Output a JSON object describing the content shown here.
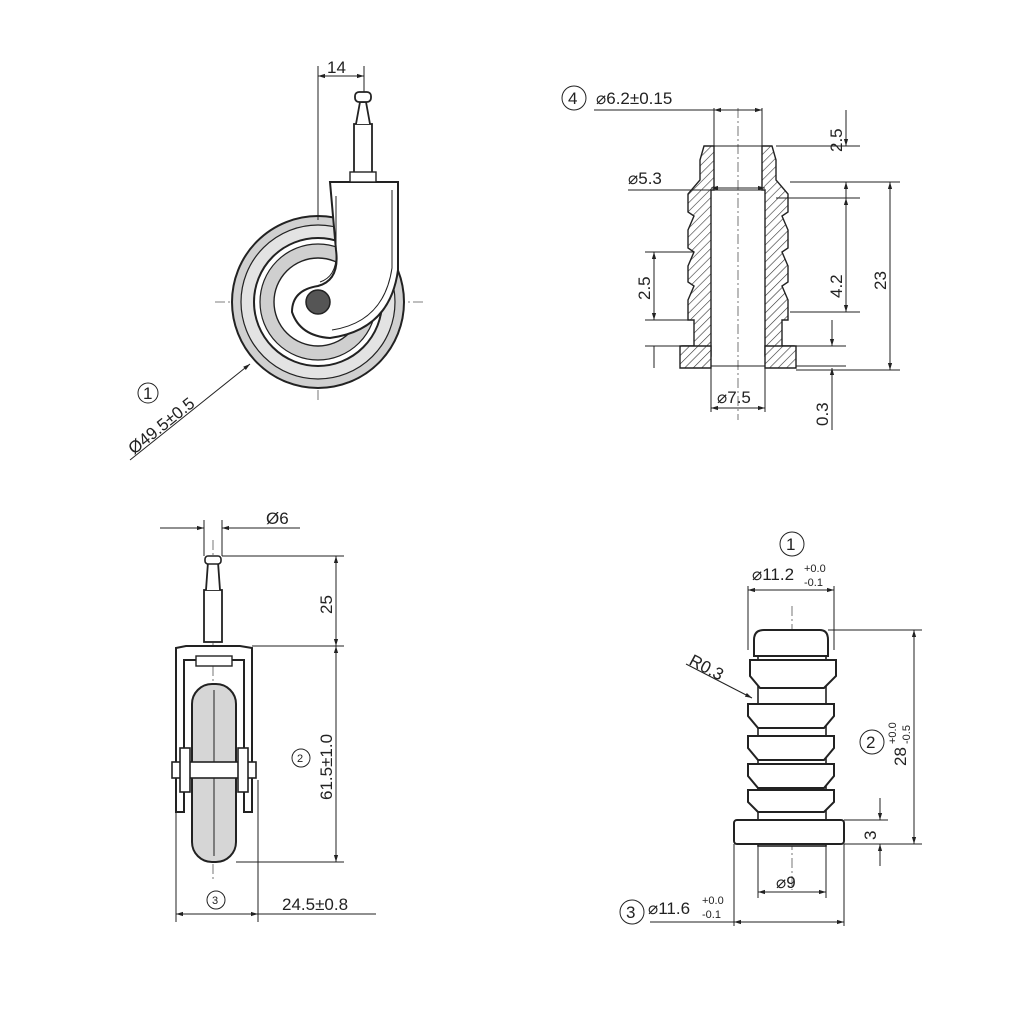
{
  "views": {
    "side": {
      "dim_stem_offset": "14",
      "callout_number": "1",
      "dim_wheel_diameter": "Ø49.5±0.5"
    },
    "section": {
      "callout_number": "4",
      "dim_top_outer": "⌀6.2±0.15",
      "dim_inner_bore": "⌀5.3",
      "dim_bottom_bore": "⌀7.5",
      "dim_top_height": "2.5",
      "dim_rib_pitch": "2.5",
      "dim_rib_height": "4.2",
      "dim_total_height": "23",
      "dim_flange_gap": "0.3"
    },
    "front": {
      "dim_stem_diameter": "Ø6",
      "dim_stem_height": "25",
      "callout_height": "2",
      "dim_height": "61.5±1.0",
      "callout_width": "3",
      "dim_width": "24.5±0.8"
    },
    "pin": {
      "callout_top": "1",
      "dim_top_diameter_base": "⌀11.2",
      "dim_top_tol_upper": "+0.0",
      "dim_top_tol_lower": "-0.1",
      "dim_radius": "R0.3",
      "callout_height": "2",
      "dim_height_base": "28",
      "dim_height_tol_upper": "+0.0",
      "dim_height_tol_lower": "-0.5",
      "dim_flange_thickness": "3",
      "dim_core_diameter": "⌀9",
      "callout_bottom": "3",
      "dim_bottom_diameter_base": "⌀11.6",
      "dim_bottom_tol_upper": "+0.0",
      "dim_bottom_tol_lower": "-0.1"
    }
  }
}
